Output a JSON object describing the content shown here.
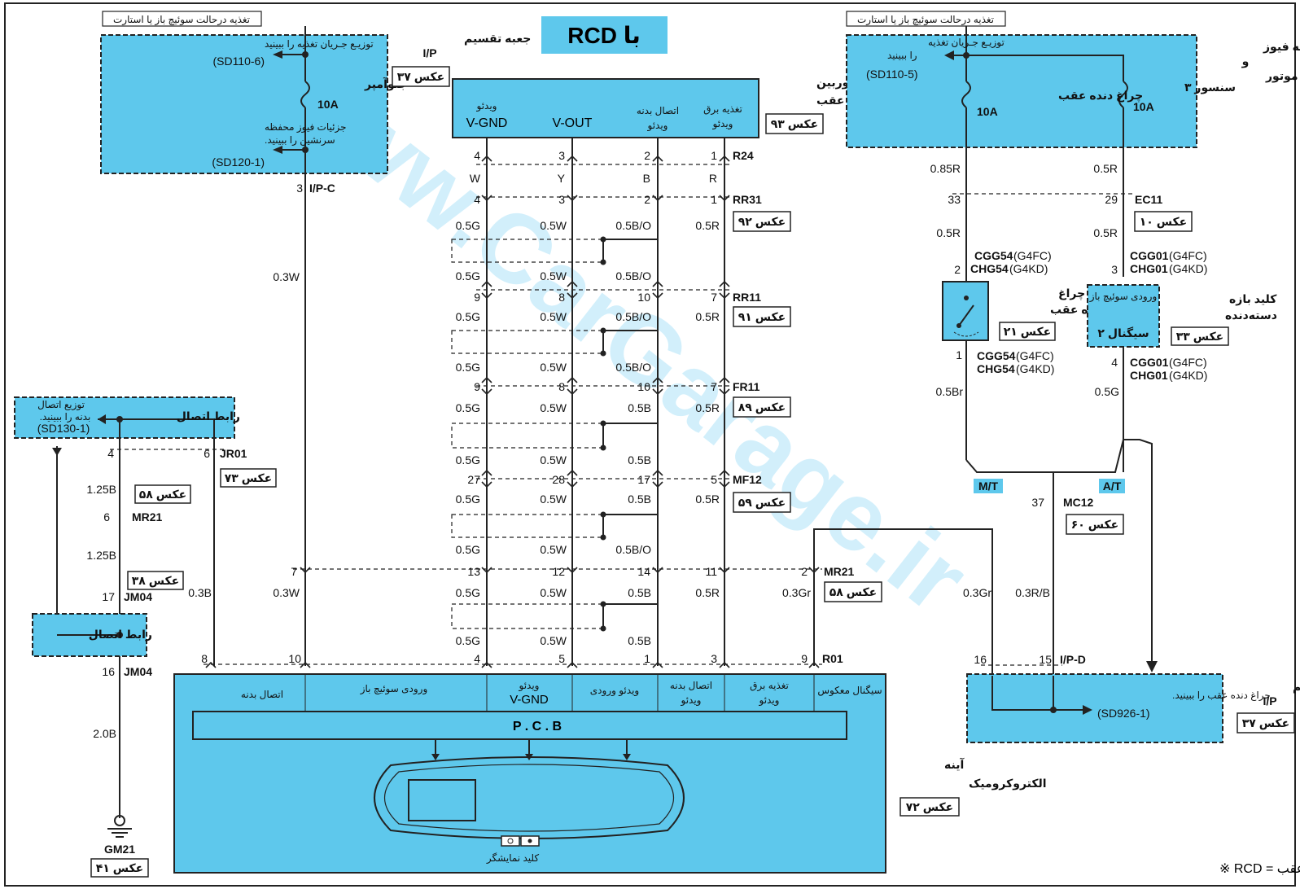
{
  "title": "با RCD",
  "top_left_supply": "تغذیه درحالت سوئیچ باز یا استارت",
  "top_right_supply": "تغذیه درحالت سوئیچ باز یا استارت",
  "ip_box": {
    "name": "جعبه تقسیم",
    "name2": "I/P",
    "ref": "عکس ۳۷",
    "dist": "توزیـع جـریان تغذیه را ببینید",
    "dist_code": "(SD110-6)",
    "fuse_name": "جلوآمپر",
    "fuse_rating": "10A",
    "fuse_detail": "جزئیات فیوز محفظه",
    "fuse_detail2": "سرنشین را ببینید.",
    "fuse_detail_code": "(SD120-1)",
    "conn": "I/P-C",
    "pin": "3"
  },
  "camera": {
    "name": "دوربین",
    "name2": "دید عقب",
    "ref": "عکس ۹۳",
    "pins": [
      "ویدئو V-GND",
      "V-OUT",
      "اتصال بدنه ویدئو",
      "تغذیه برق ویدئو"
    ],
    "p1_label": "ویدئو",
    "p1_main": "V-GND",
    "p2_main": "V-OUT",
    "p3_a": "اتصال بدنه",
    "p3_b": "ویدئو",
    "p4_a": "تغذیه برق",
    "p4_b": "ویدئو"
  },
  "fuse_box": {
    "name": "جعبه فیوز",
    "name2": "و",
    "name3": "رله موتور",
    "dist": "توزیـع جـریان تغذیه",
    "dist2": "را ببینید",
    "dist_code": "(SD110-5)",
    "f1_name": "چراغ دنده عقب",
    "f1_rating": "10A",
    "f2_name": "سنسور ۳",
    "f2_rating": "10A"
  },
  "connectors": {
    "R24": "R24",
    "RR31": "RR31",
    "RR31_ref": "عکس ۹۲",
    "RR11": "RR11",
    "RR11_ref": "عکس ۹۱",
    "FR11": "FR11",
    "FR11_ref": "عکس ۸۹",
    "MF12": "MF12",
    "MF12_ref": "عکس ۵۹",
    "MR21": "MR21",
    "MR21_ref": "عکس ۵۸",
    "EC11": "EC11",
    "EC11_ref": "عکس ۱۰",
    "JR01": "JR01",
    "JR01_ref": "عکس ۷۳",
    "MR21L": "MR21",
    "MR21L_ref": "عکس ۵۸",
    "JM04": "JM04",
    "JM04_ref": "عکس ۳۸",
    "JM04b": "JM04",
    "MC12": "MC12",
    "MC12_ref": "عکس ۶۰",
    "R01": "R01",
    "IPD": "I/P-D",
    "GM21": "GM21",
    "GM21_ref": "عکس ۴۱"
  },
  "wires": {
    "W": "W",
    "Y": "Y",
    "B": "B",
    "R": "R",
    "g05G": "0.5G",
    "g05W": "0.5W",
    "g05BO": "0.5B/O",
    "g05B": "0.5B",
    "g05R": "0.5R",
    "g03W": "0.3W",
    "g03B": "0.3B",
    "g03Gr": "0.3Gr",
    "g03RB": "0.3R/B",
    "g085R": "0.85R",
    "g05Br": "0.5Br",
    "g125B": "1.25B",
    "g20B": "2.0B"
  },
  "switches": {
    "rev_name": "کلید چراغ",
    "rev_name2": "دنده عقب",
    "rev_ref": "عکس ۲۱",
    "cgg54a": "CGG54",
    "cgg54a_s": "(G4FC)",
    "chg54a": "CHG54",
    "chg54a_s": "(G4KD)",
    "range_name": "کلید بازه",
    "range_name2": "دسته‌دنده",
    "range_ref": "عکس ۳۳",
    "range_in": "ورودی سوئیچ باز",
    "range_sig": "سیگنال ۲",
    "cgg01": "CGG01",
    "cgg01_s": "(G4FC)",
    "chg01": "CHG01",
    "chg01_s": "(G4KD)",
    "mt": "M/T",
    "at": "A/T"
  },
  "joint": {
    "name": "رابط اتصال",
    "dist": "توزیع اتصال",
    "dist2": "بدنه را ببینید.",
    "dist_code": "(SD130-1)",
    "name2": "رابط اتصال"
  },
  "mirror": {
    "name": "آینه",
    "name2": "الکتروکرومیک",
    "ref": "عکس ۷۲",
    "pcb": "P . C . B",
    "t_ground": "اتصال بدنه",
    "t_ign": "ورودی سوئیچ باز",
    "t_vgnd_a": "ویدئو",
    "t_vgnd_b": "V-GND",
    "t_vin": "ویدئو ورودی",
    "t_vg_a": "اتصال بدنه",
    "t_vg_b": "ویدئو",
    "t_vp_a": "تغذیه برق",
    "t_vp_b": "ویدئو",
    "t_rev": "سیگنال معکوس",
    "display_key": "کلید نمایشگر"
  },
  "ip_right": {
    "name": "جعبه تقسیم",
    "name2": "I/P",
    "ref": "عکس ۳۷",
    "text": "چراغ دنده عقب را ببینید.",
    "code": "(SD926-1)"
  },
  "legend": "نمایشگر دوربین عقب = RCD ※",
  "watermark": "www.CarGarage.ir"
}
